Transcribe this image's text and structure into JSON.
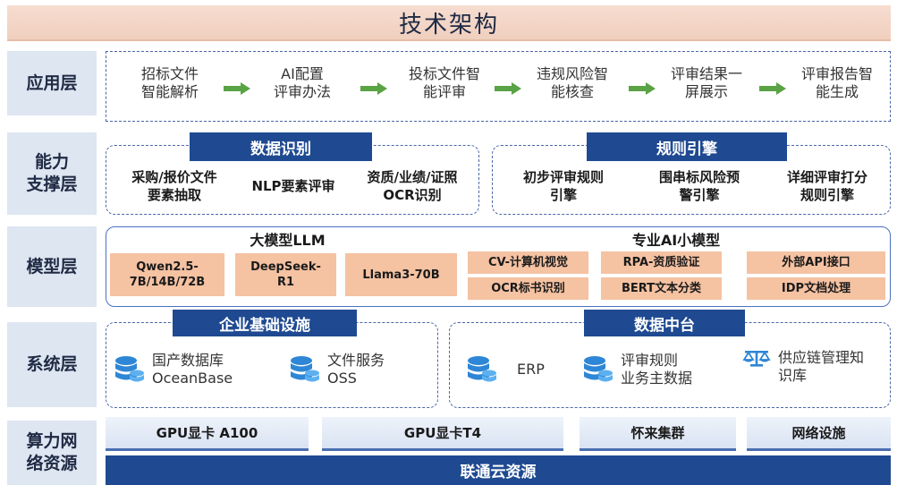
{
  "title": "技术架构",
  "layers": {
    "app": "应用层",
    "capability": "能力\n支撑层",
    "model": "模型层",
    "system": "系统层",
    "compute": "算力网\n络资源"
  },
  "app_items": [
    "招标文件\n智能解析",
    "AI配置\n评审办法",
    "投标文件智\n能评审",
    "违规风险智\n能核查",
    "评审结果一\n屏展示",
    "评审报告智\n能生成"
  ],
  "capability": {
    "data_tag": "数据识别",
    "rule_tag": "规则引擎",
    "data_items": [
      "采购/报价文件\n要素抽取",
      "NLP要素评审",
      "资质/业绩/证照\nOCR识别"
    ],
    "rule_items": [
      "初步评审规则\n引擎",
      "围串标风险预\n警引擎",
      "详细评审打分\n规则引擎"
    ]
  },
  "model": {
    "llm_head": "大模型LLM",
    "llm_items": [
      "Qwen2.5-\n7B/14B/72B",
      "DeepSeek-\nR1",
      "Llama3-70B"
    ],
    "small_head": "专业AI小模型",
    "small_items": [
      "CV-计算机视觉",
      "RPA-资质验证",
      "外部API接口",
      "OCR标书识别",
      "BERT文本分类",
      "IDP文档处理"
    ]
  },
  "system": {
    "infra_tag": "企业基础设施",
    "data_tag": "数据中台",
    "infra_items": [
      "国产数据库\nOceanBase",
      "文件服务\nOSS"
    ],
    "data_items": [
      "ERP",
      "评审规则\n业务主数据",
      "供应链管理知\n识库"
    ]
  },
  "compute": {
    "items": [
      "GPU显卡 A100",
      "GPU显卡T4",
      "怀来集群",
      "网络设施"
    ],
    "cloud": "联通云资源"
  },
  "icons": {
    "arrow": "right-arrow-icon",
    "database": "database-icon",
    "scale": "scale-icon"
  },
  "colors": {
    "navy": "#1f4a91",
    "salmon": "#f5c2a2",
    "arrow_green": "#5aa344",
    "label_bg": "#dde6f1"
  }
}
